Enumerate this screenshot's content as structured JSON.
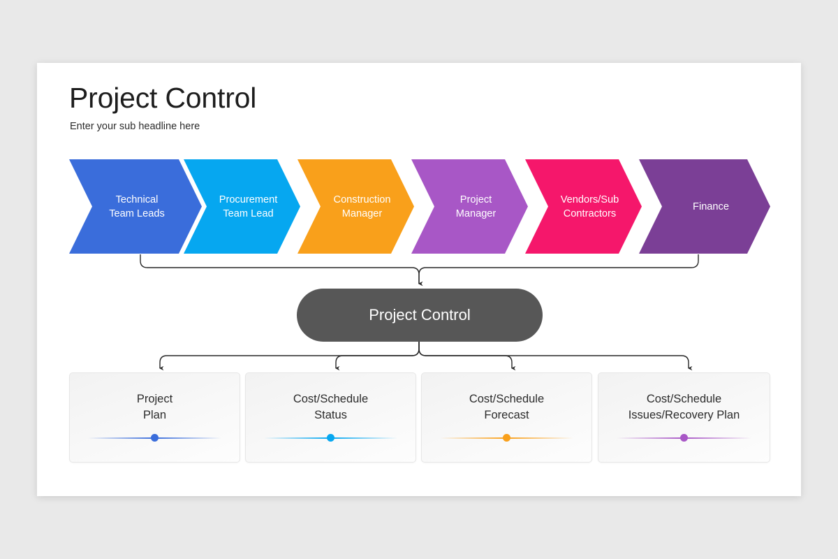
{
  "slide": {
    "title": "Project Control",
    "subtitle": "Enter your sub headline here",
    "background_color": "#e9e9e9",
    "canvas_color": "#ffffff"
  },
  "process": {
    "steps": [
      {
        "label": "Technical\nTeam Leads",
        "color": "#3a6ddb"
      },
      {
        "label": "Procurement\nTeam Lead",
        "color": "#06a7f0"
      },
      {
        "label": "Construction\nManager",
        "color": "#f9a01b"
      },
      {
        "label": "Project\nManager",
        "color": "#a857c6"
      },
      {
        "label": "Vendors/Sub\nContractors",
        "color": "#f5176b"
      },
      {
        "label": "Finance",
        "color": "#7b3f96"
      }
    ]
  },
  "hub": {
    "label": "Project Control",
    "color": "#575757"
  },
  "outputs": {
    "cards": [
      {
        "label": "Project\nPlan",
        "accent": "#3a6ddb"
      },
      {
        "label": "Cost/Schedule\nStatus",
        "accent": "#06a7f0"
      },
      {
        "label": "Cost/Schedule\nForecast",
        "accent": "#f9a01b"
      },
      {
        "label": "Cost/Schedule\nIssues/Recovery Plan",
        "accent": "#a857c6"
      }
    ]
  }
}
